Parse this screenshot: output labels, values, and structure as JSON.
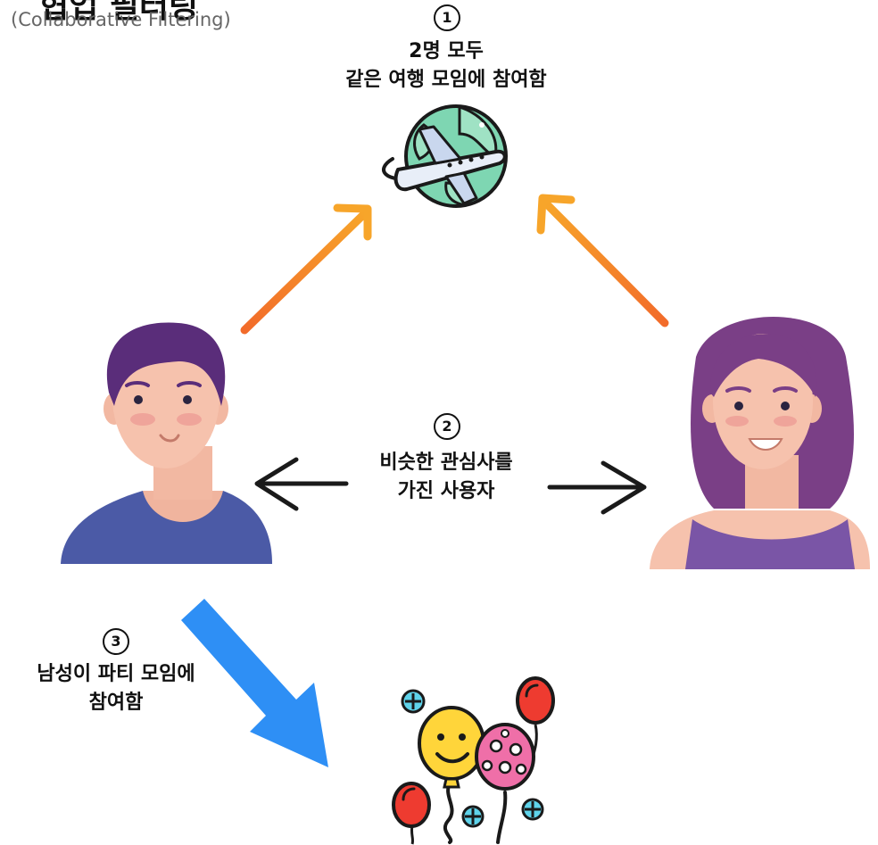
{
  "title": {
    "main": "협업 필터링",
    "subtitle": "(Collaborative Filtering)"
  },
  "steps": [
    {
      "num": "1",
      "line1": "2명 모두",
      "line2": "같은 여행 모임에 참여함"
    },
    {
      "num": "2",
      "line1": "비슷한 관심사를",
      "line2": "가진 사용자"
    },
    {
      "num": "3",
      "line1": "남성이 파티 모임에",
      "line2": "참여함"
    }
  ],
  "icons": {
    "travel": "globe-airplane-icon",
    "party": "balloons-icon",
    "male_user": "male-user-avatar",
    "female_user": "female-user-avatar"
  },
  "colors": {
    "orange_arrow_start": "#f26b2a",
    "orange_arrow_end": "#f7a02a",
    "blue_arrow": "#2e8ff5",
    "black_arrow": "#1a1a1a",
    "male_shirt": "#4b5aa6",
    "female_shirt": "#7a55a6",
    "hair": "#5a2d7a",
    "skin": "#f6c2ad"
  }
}
